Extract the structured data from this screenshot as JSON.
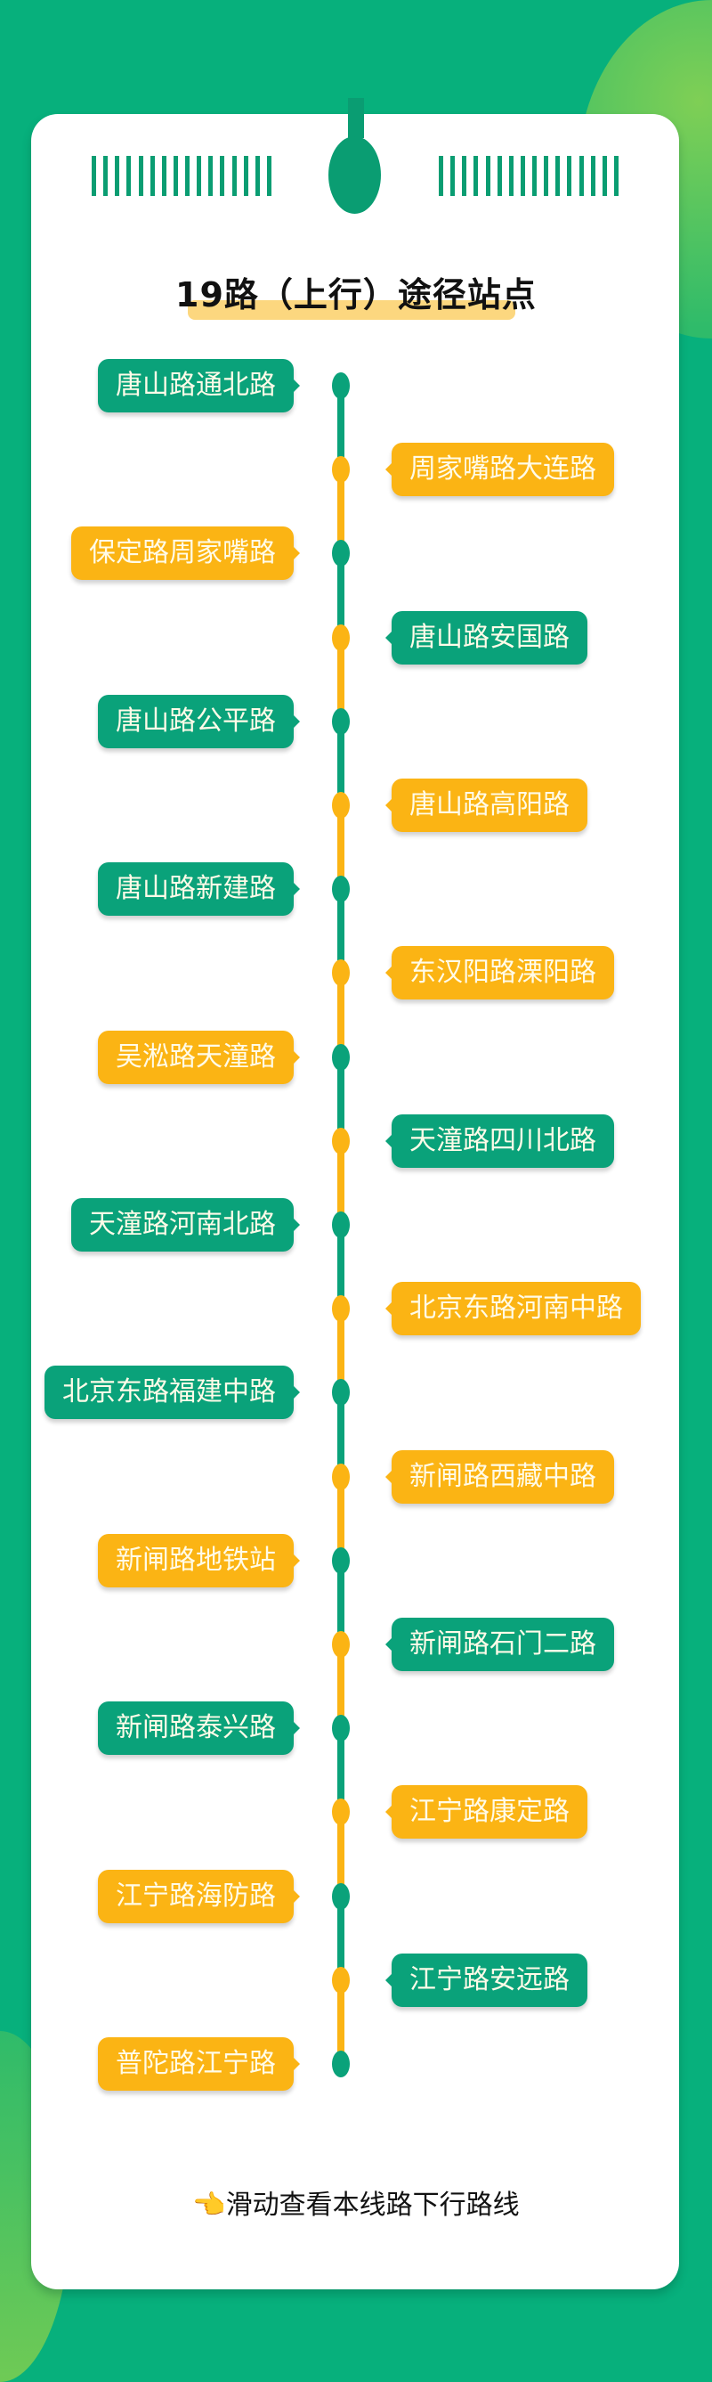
{
  "colors": {
    "green": "#0aa27a",
    "yellow": "#fbb414",
    "background": "#07b07c"
  },
  "title": "19路（上行）途径站点",
  "stations": [
    {
      "name": "唐山路通北路",
      "side": "left",
      "color": "green"
    },
    {
      "name": "周家嘴路大连路",
      "side": "right",
      "color": "yellow"
    },
    {
      "name": "保定路周家嘴路",
      "side": "left",
      "color": "yellow"
    },
    {
      "name": "唐山路安国路",
      "side": "right",
      "color": "green"
    },
    {
      "name": "唐山路公平路",
      "side": "left",
      "color": "green"
    },
    {
      "name": "唐山路高阳路",
      "side": "right",
      "color": "yellow"
    },
    {
      "name": "唐山路新建路",
      "side": "left",
      "color": "green"
    },
    {
      "name": "东汉阳路溧阳路",
      "side": "right",
      "color": "yellow"
    },
    {
      "name": "吴淞路天潼路",
      "side": "left",
      "color": "yellow"
    },
    {
      "name": "天潼路四川北路",
      "side": "right",
      "color": "green"
    },
    {
      "name": "天潼路河南北路",
      "side": "left",
      "color": "green"
    },
    {
      "name": "北京东路河南中路",
      "side": "right",
      "color": "yellow"
    },
    {
      "name": "北京东路福建中路",
      "side": "left",
      "color": "green"
    },
    {
      "name": "新闸路西藏中路",
      "side": "right",
      "color": "yellow"
    },
    {
      "name": "新闸路地铁站",
      "side": "left",
      "color": "yellow"
    },
    {
      "name": "新闸路石门二路",
      "side": "right",
      "color": "green"
    },
    {
      "name": "新闸路泰兴路",
      "side": "left",
      "color": "green"
    },
    {
      "name": "江宁路康定路",
      "side": "right",
      "color": "yellow"
    },
    {
      "name": "江宁路海防路",
      "side": "left",
      "color": "yellow"
    },
    {
      "name": "江宁路安远路",
      "side": "right",
      "color": "green"
    },
    {
      "name": "普陀路江宁路",
      "side": "left",
      "color": "yellow"
    }
  ],
  "footer": {
    "icon": "👈",
    "text": "滑动查看本线路下行路线"
  }
}
